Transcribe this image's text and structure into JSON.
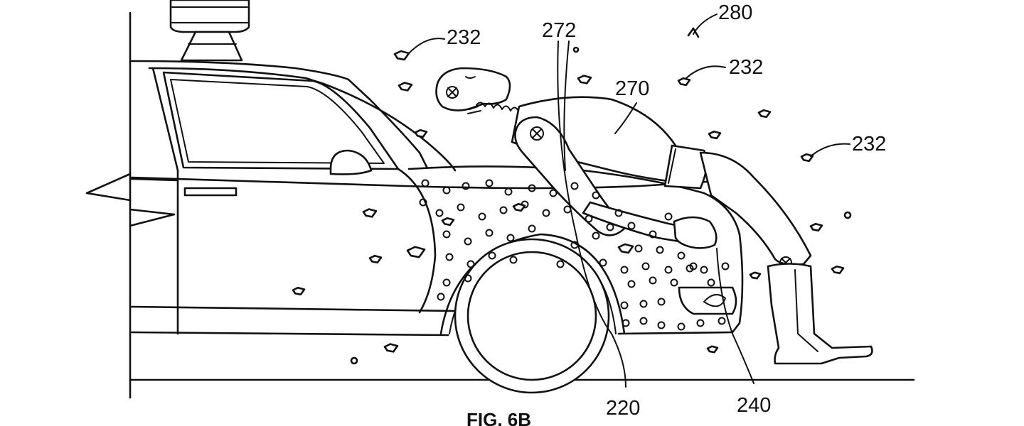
{
  "figure": {
    "caption": "FIG. 6B",
    "refs": {
      "assembly": "280",
      "adhesive_particles_top": "232",
      "adhesive_particles_mid": "232",
      "adhesive_particles_right": "232",
      "pedestrian_arm_layer": "272",
      "pedestrian": "270",
      "front_fender": "220",
      "hood_front": "240"
    }
  }
}
